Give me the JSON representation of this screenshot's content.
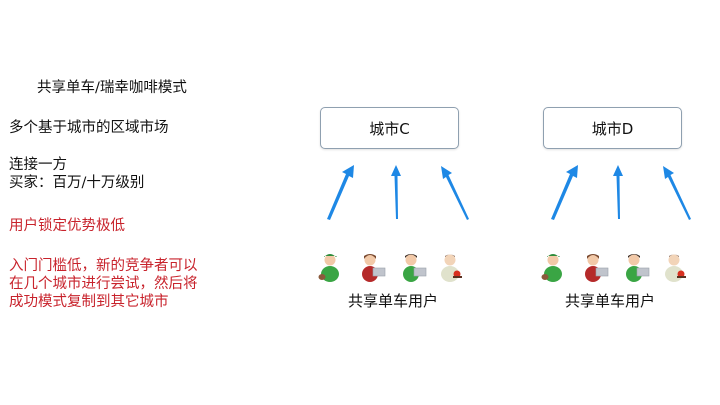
{
  "left_panel": {
    "title": "共享单车/瑞幸咖啡模式",
    "point1": "多个基于城市的区域市场",
    "point2_line1": "连接一方",
    "point2_line2": "买家：百万/十万级别",
    "warning1": "用户锁定优势极低",
    "warning2_line1": "入门门槛低，新的竞争者可以",
    "warning2_line2": "在几个城市进行尝试，然后将",
    "warning2_line3": "成功模式复制到其它城市"
  },
  "diagram": {
    "clusters": [
      {
        "city_label": "城市C",
        "users_label": "共享单车用户",
        "user_icons": [
          "user-green-cap-icon",
          "user-red-laptop-icon",
          "user-green-laptop-icon",
          "user-beige-flower-icon"
        ]
      },
      {
        "city_label": "城市D",
        "users_label": "共享单车用户",
        "user_icons": [
          "user-green-cap-icon",
          "user-red-laptop-icon",
          "user-green-laptop-icon",
          "user-beige-flower-icon"
        ]
      }
    ]
  },
  "colors": {
    "text": "#111111",
    "highlight_red": "#c8232c",
    "arrow_blue": "#1e88e5",
    "box_border": "#8fa0b0"
  }
}
